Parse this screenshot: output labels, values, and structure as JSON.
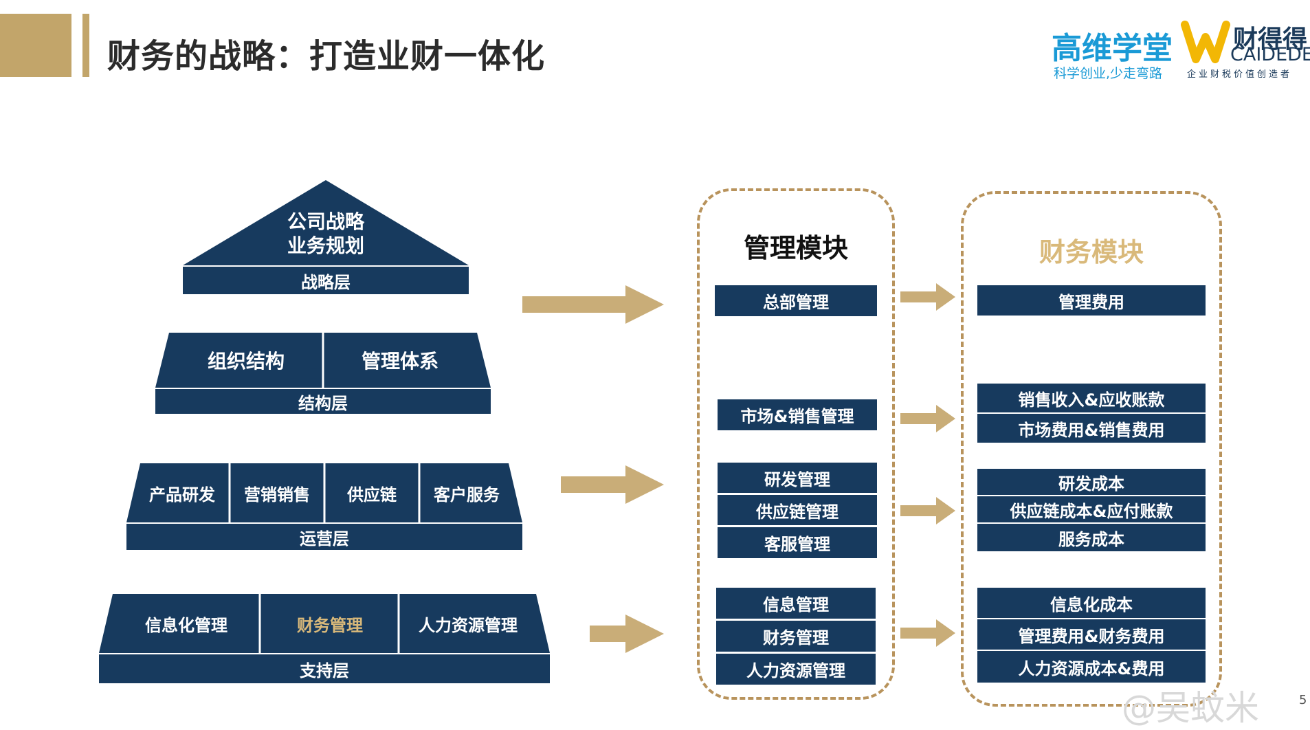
{
  "title": "财务的战略：打造业财一体化",
  "logos": {
    "gaowei_name": "高维学堂",
    "gaowei_slogan": "科学创业,少走弯路",
    "caidede_name": "财得得",
    "caidede_en": "CAIDEDE",
    "caidede_slogan": "企业财税价值创造者"
  },
  "pyramid": {
    "strategy": {
      "top_line1": "公司战略",
      "top_line2": "业务规划",
      "layer": "战略层"
    },
    "structure": {
      "cells": [
        "组织结构",
        "管理体系"
      ],
      "layer": "结构层"
    },
    "operation": {
      "cells": [
        "产品研发",
        "营销销售",
        "供应链",
        "客户服务"
      ],
      "layer": "运营层"
    },
    "support": {
      "cells": [
        "信息化管理",
        "财务管理",
        "人力资源管理"
      ],
      "layer": "支持层"
    }
  },
  "management_module": {
    "title": "管理模块",
    "items": [
      "总部管理",
      "市场&销售管理",
      "研发管理",
      "供应链管理",
      "客服管理",
      "信息管理",
      "财务管理",
      "人力资源管理"
    ]
  },
  "finance_module": {
    "title": "财务模块",
    "items": [
      "管理费用",
      "销售收入&应收账款",
      "市场费用&销售费用",
      "研发成本",
      "供应链成本&应付账款",
      "服务成本",
      "信息化成本",
      "管理费用&财务费用",
      "人力资源成本&费用"
    ]
  },
  "watermark": "@吴蚊米",
  "page_number": "5",
  "colors": {
    "navy": "#173a5e",
    "gold": "#c2a56a",
    "dash": "#b8935c",
    "highlight_text": "#d9b97a"
  }
}
